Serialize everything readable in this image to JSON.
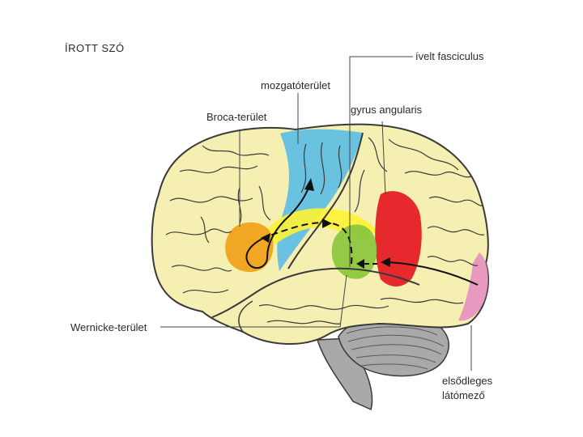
{
  "title": "ÍROTT SZÓ",
  "labels": {
    "fasciculus": "ívelt fasciculus",
    "motor": "mozgatóterület",
    "broca": "Broca-terület",
    "angular": "gyrus angularis",
    "wernicke": "Wernicke-terület",
    "visual_line1": "elsődleges",
    "visual_line2": "látómező"
  },
  "colors": {
    "brain": "#f6efb2",
    "brain_outline": "#3a3a3a",
    "broca": "#f0a21c",
    "motor": "#5bbde6",
    "fasciculus": "#fff233",
    "angular": "#8cc63f",
    "wernicke": "#e41e26",
    "visual": "#e58fc0",
    "cerebellum": "#a9a9a9"
  }
}
